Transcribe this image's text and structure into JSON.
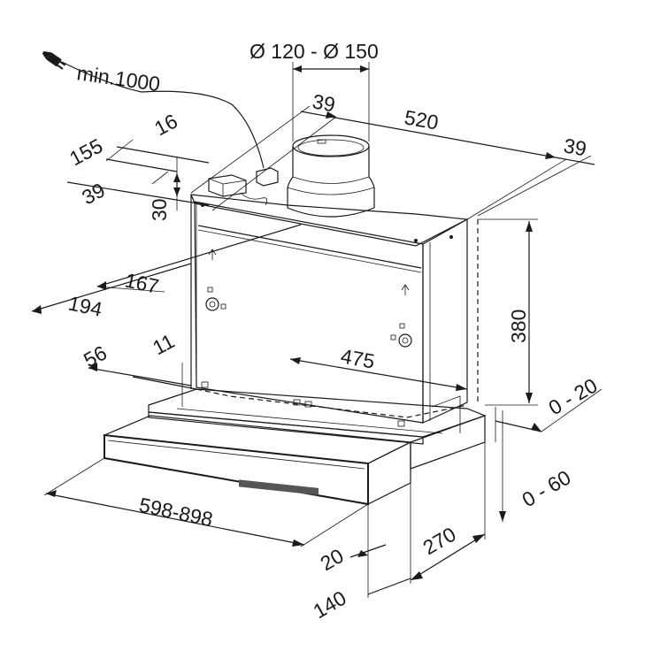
{
  "labels": {
    "duct_diameter": "Ø 120 - Ø 150",
    "cable_length": "min.1000",
    "top_offset": "39",
    "width_top": "520",
    "right_offset": "39",
    "side_155": "155",
    "side_16": "16",
    "side_39": "39",
    "height_30": "30",
    "depth_167": "167",
    "depth_194": "194",
    "height_380": "380",
    "inner_475": "475",
    "side_56": "56",
    "side_11": "11",
    "range_0_20": "0 - 20",
    "range_0_60": "0 - 60",
    "width_range": "598-898",
    "front_20": "20",
    "depth_270": "270",
    "depth_140": "140"
  }
}
